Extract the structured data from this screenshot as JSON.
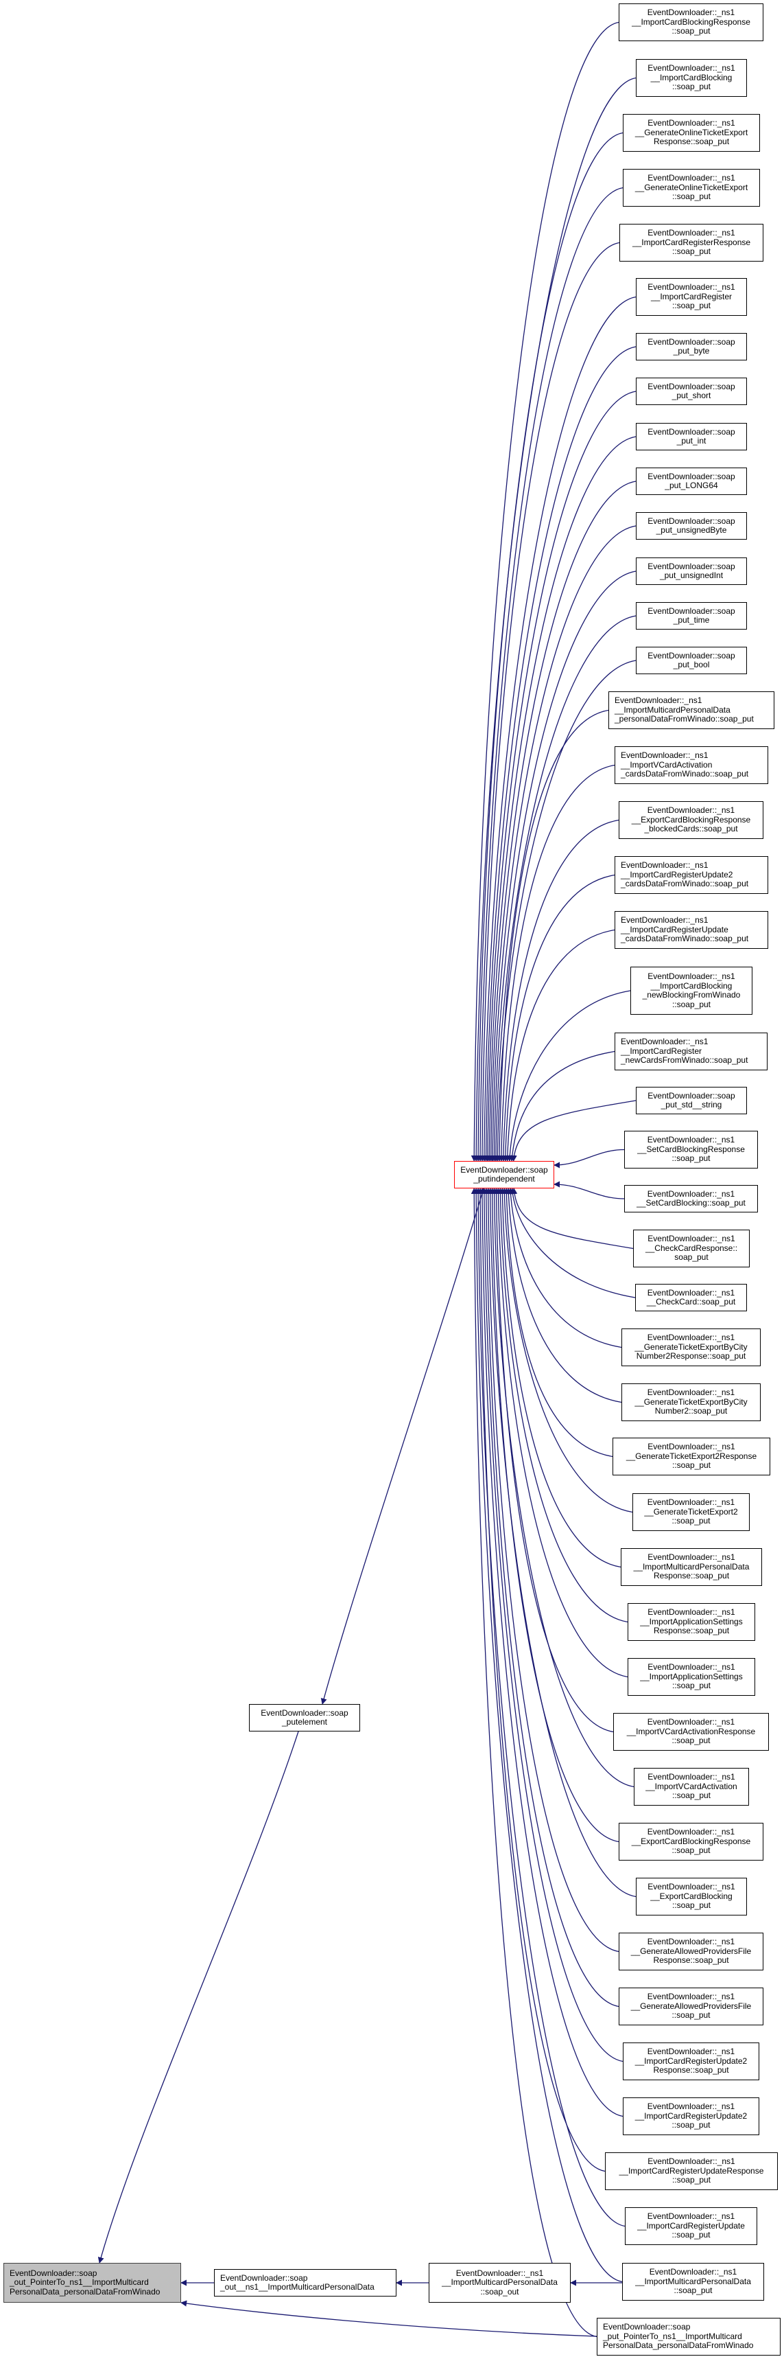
{
  "colors": {
    "edge": "#191970",
    "hub_border": "#ff0000",
    "focus_fill": "#bfbfbf",
    "node_border": "#000000"
  },
  "focus_node": {
    "lines": [
      "EventDownloader::soap",
      "_out_PointerTo_ns1__ImportMulticard",
      "PersonalData_personalDataFromWinado"
    ]
  },
  "soap_out_ns1_node": {
    "lines": [
      "EventDownloader::soap",
      "_out__ns1__ImportMulticardPersonalData"
    ]
  },
  "soap_out_node": {
    "lines": [
      "EventDownloader::_ns1",
      "__ImportMulticardPersonalData",
      "::soap_out"
    ]
  },
  "putelement_node": {
    "lines": [
      "EventDownloader::soap",
      "_putelement"
    ]
  },
  "putindependent_node": {
    "lines": [
      "EventDownloader::soap",
      "_putindependent"
    ]
  },
  "right_nodes": [
    {
      "lines": [
        "EventDownloader::_ns1",
        "__ImportCardBlockingResponse",
        "::soap_put"
      ]
    },
    {
      "lines": [
        "EventDownloader::_ns1",
        "__ImportCardBlocking",
        "::soap_put"
      ]
    },
    {
      "lines": [
        "EventDownloader::_ns1",
        "__GenerateOnlineTicketExport",
        "Response::soap_put"
      ]
    },
    {
      "lines": [
        "EventDownloader::_ns1",
        "__GenerateOnlineTicketExport",
        "::soap_put"
      ]
    },
    {
      "lines": [
        "EventDownloader::_ns1",
        "__ImportCardRegisterResponse",
        "::soap_put"
      ]
    },
    {
      "lines": [
        "EventDownloader::_ns1",
        "__ImportCardRegister",
        "::soap_put"
      ]
    },
    {
      "lines": [
        "EventDownloader::soap",
        "_put_byte"
      ]
    },
    {
      "lines": [
        "EventDownloader::soap",
        "_put_short"
      ]
    },
    {
      "lines": [
        "EventDownloader::soap",
        "_put_int"
      ]
    },
    {
      "lines": [
        "EventDownloader::soap",
        "_put_LONG64"
      ]
    },
    {
      "lines": [
        "EventDownloader::soap",
        "_put_unsignedByte"
      ]
    },
    {
      "lines": [
        "EventDownloader::soap",
        "_put_unsignedInt"
      ]
    },
    {
      "lines": [
        "EventDownloader::soap",
        "_put_time"
      ]
    },
    {
      "lines": [
        "EventDownloader::soap",
        "_put_bool"
      ]
    },
    {
      "lines": [
        "EventDownloader::_ns1",
        "__ImportMulticardPersonalData",
        "_personalDataFromWinado::soap_put"
      ]
    },
    {
      "lines": [
        "EventDownloader::_ns1",
        "__ImportVCardActivation",
        "_cardsDataFromWinado::soap_put"
      ]
    },
    {
      "lines": [
        "EventDownloader::_ns1",
        "__ExportCardBlockingResponse",
        "_blockedCards::soap_put"
      ]
    },
    {
      "lines": [
        "EventDownloader::_ns1",
        "__ImportCardRegisterUpdate2",
        "_cardsDataFromWinado::soap_put"
      ]
    },
    {
      "lines": [
        "EventDownloader::_ns1",
        "__ImportCardRegisterUpdate",
        "_cardsDataFromWinado::soap_put"
      ]
    },
    {
      "lines": [
        "EventDownloader::_ns1",
        "__ImportCardBlocking",
        "_newBlockingFromWinado",
        "::soap_put"
      ]
    },
    {
      "lines": [
        "EventDownloader::_ns1",
        "__ImportCardRegister",
        "_newCardsFromWinado::soap_put"
      ]
    },
    {
      "lines": [
        "EventDownloader::soap",
        "_put_std__string"
      ]
    },
    {
      "lines": [
        "EventDownloader::_ns1",
        "__SetCardBlockingResponse",
        "::soap_put"
      ]
    },
    {
      "lines": [
        "EventDownloader::_ns1",
        "__SetCardBlocking::soap_put"
      ]
    },
    {
      "lines": [
        "EventDownloader::_ns1",
        "__CheckCardResponse::",
        "soap_put"
      ]
    },
    {
      "lines": [
        "EventDownloader::_ns1",
        "__CheckCard::soap_put"
      ]
    },
    {
      "lines": [
        "EventDownloader::_ns1",
        "__GenerateTicketExportByCity",
        "Number2Response::soap_put"
      ]
    },
    {
      "lines": [
        "EventDownloader::_ns1",
        "__GenerateTicketExportByCity",
        "Number2::soap_put"
      ]
    },
    {
      "lines": [
        "EventDownloader::_ns1",
        "__GenerateTicketExport2Response",
        "::soap_put"
      ]
    },
    {
      "lines": [
        "EventDownloader::_ns1",
        "__GenerateTicketExport2",
        "::soap_put"
      ]
    },
    {
      "lines": [
        "EventDownloader::_ns1",
        "__ImportMulticardPersonalData",
        "Response::soap_put"
      ]
    },
    {
      "lines": [
        "EventDownloader::_ns1",
        "__ImportApplicationSettings",
        "Response::soap_put"
      ]
    },
    {
      "lines": [
        "EventDownloader::_ns1",
        "__ImportApplicationSettings",
        "::soap_put"
      ]
    },
    {
      "lines": [
        "EventDownloader::_ns1",
        "__ImportVCardActivationResponse",
        "::soap_put"
      ]
    },
    {
      "lines": [
        "EventDownloader::_ns1",
        "__ImportVCardActivation",
        "::soap_put"
      ]
    },
    {
      "lines": [
        "EventDownloader::_ns1",
        "__ExportCardBlockingResponse",
        "::soap_put"
      ]
    },
    {
      "lines": [
        "EventDownloader::_ns1",
        "__ExportCardBlocking",
        "::soap_put"
      ]
    },
    {
      "lines": [
        "EventDownloader::_ns1",
        "__GenerateAllowedProvidersFile",
        "Response::soap_put"
      ]
    },
    {
      "lines": [
        "EventDownloader::_ns1",
        "__GenerateAllowedProvidersFile",
        "::soap_put"
      ]
    },
    {
      "lines": [
        "EventDownloader::_ns1",
        "__ImportCardRegisterUpdate2",
        "Response::soap_put"
      ]
    },
    {
      "lines": [
        "EventDownloader::_ns1",
        "__ImportCardRegisterUpdate2",
        "::soap_put"
      ]
    },
    {
      "lines": [
        "EventDownloader::_ns1",
        "__ImportCardRegisterUpdateResponse",
        "::soap_put"
      ]
    },
    {
      "lines": [
        "EventDownloader::_ns1",
        "__ImportCardRegisterUpdate",
        "::soap_put"
      ]
    },
    {
      "lines": [
        "EventDownloader::_ns1",
        "__ImportMulticardPersonalData",
        "::soap_put"
      ]
    },
    {
      "lines": [
        "EventDownloader::soap",
        "_put_PointerTo_ns1__ImportMulticard",
        "PersonalData_personalDataFromWinado"
      ]
    }
  ]
}
